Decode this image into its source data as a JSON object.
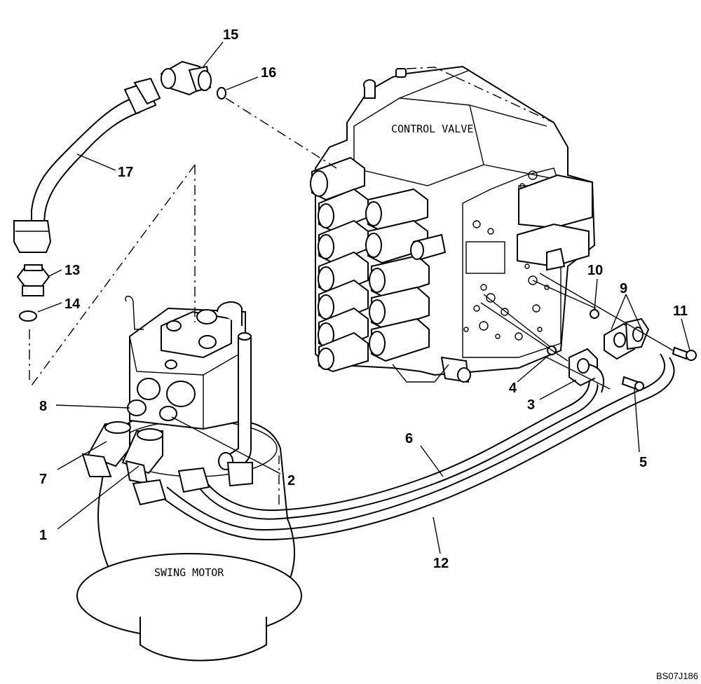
{
  "labels": {
    "control_valve": "CONTROL VALVE",
    "swing_motor": "SWING MOTOR"
  },
  "drawing_code": "BS07J186",
  "callouts": {
    "c1": "1",
    "c2": "2",
    "c3": "3",
    "c4": "4",
    "c5": "5",
    "c6": "6",
    "c7": "7",
    "c8": "8",
    "c9": "9",
    "c10": "10",
    "c11": "11",
    "c12": "12",
    "c13": "13",
    "c14": "14",
    "c15": "15",
    "c16": "16",
    "c17": "17"
  }
}
